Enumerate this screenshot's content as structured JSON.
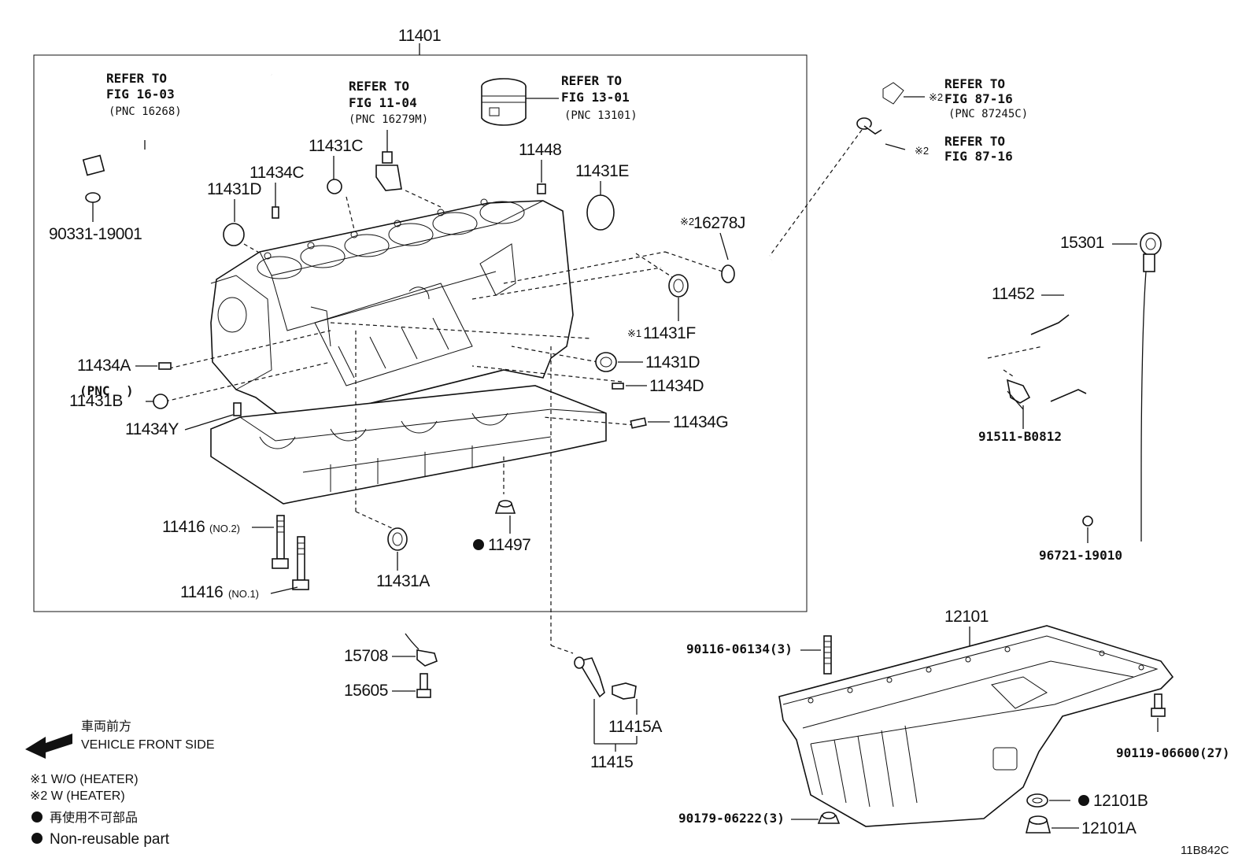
{
  "diagram": {
    "assembly_number": "11401",
    "figure_code": "11B842C",
    "labels": {
      "p90331": "90331-19001",
      "p11434C": "11434C",
      "p11431D_top": "11431D",
      "p11431C": "11431C",
      "p11448": "11448",
      "p11431E": "11431E",
      "p16278J": "16278J",
      "p11431F": "11431F",
      "p11431D_right": "11431D",
      "p11434D": "11434D",
      "p11434G": "11434G",
      "p11434A": "11434A",
      "pnc_stub": "(PNC",
      "p11431B": "11431B",
      "p11434Y": "11434Y",
      "p11416_no2": "11416",
      "no2": "(NO.2)",
      "p11416_no1": "11416",
      "no1": "(NO.1)",
      "p11431A": "11431A",
      "p11497": "11497",
      "p15708": "15708",
      "p15605": "15605",
      "p11415A": "11415A",
      "p11415": "11415",
      "p15301": "15301",
      "p11452": "11452",
      "p91511": "91511-B0812",
      "p96721": "96721-19010",
      "p12101": "12101",
      "p90116": "90116-06134(3)",
      "p90119": "90119-06600(27)",
      "p90179": "90179-06222(3)",
      "p12101B": "12101B",
      "p12101A": "12101A"
    },
    "refs": [
      {
        "line1": "REFER TO",
        "line2": "FIG 16-03",
        "pnc": "(PNC 16268)"
      },
      {
        "line1": "REFER TO",
        "line2": "FIG 11-04",
        "pnc": "(PNC 16279M)"
      },
      {
        "line1": "REFER TO",
        "line2": "FIG 13-01",
        "pnc": "(PNC 13101)"
      },
      {
        "line1": "REFER TO",
        "line2": "FIG 87-16",
        "pnc": "(PNC 87245C)"
      },
      {
        "line1": "REFER TO",
        "line2": "FIG 87-16"
      }
    ],
    "marks": {
      "m1": "※1",
      "m2": "※2"
    },
    "legend": {
      "front_jp": "車両前方",
      "front_en": "VEHICLE FRONT SIDE",
      "note1": "※1  W/O (HEATER)",
      "note2": "※2  W (HEATER)",
      "nonreusable_jp": "再使用不可部品",
      "nonreusable_en": "Non-reusable part"
    }
  }
}
